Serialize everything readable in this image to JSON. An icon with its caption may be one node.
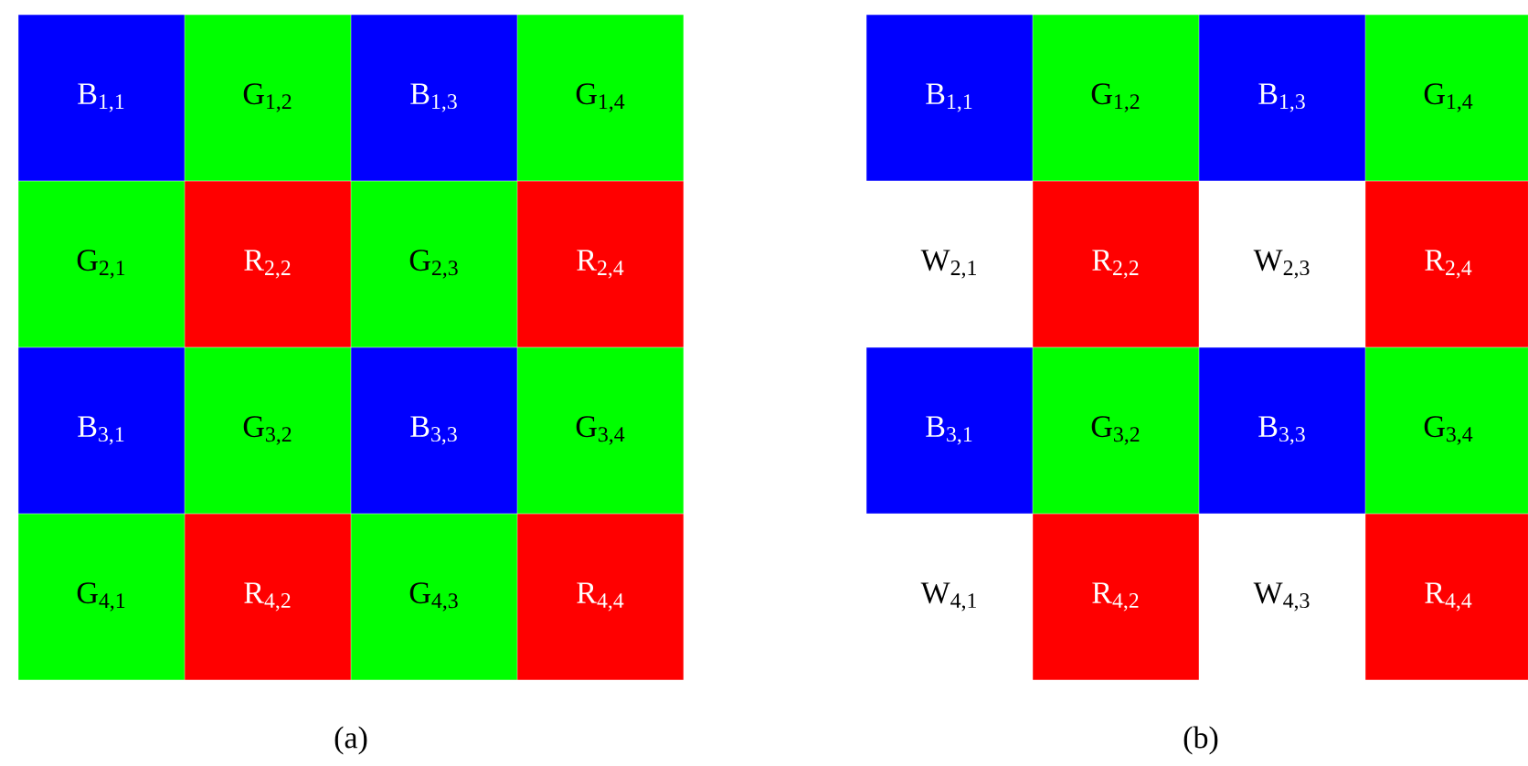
{
  "diagram": {
    "nodes": [
      {
        "text": [
          "B$_{1,1}$"
        ]
      },
      {
        "text": [
          "G$_{1,2}$"
        ]
      },
      {
        "text": [
          "B$_{1,3}$"
        ]
      },
      {
        "text": [
          "G$_{1,4}$"
        ]
      },
      {
        "text": [
          "G$_{2,1}$"
        ]
      },
      {
        "text": [
          "R$_{2,2}$"
        ]
      },
      {
        "text": [
          "G$_{2,3}$"
        ]
      },
      {
        "text": [
          "R$_{2,4}$"
        ]
      },
      {
        "text": [
          "B$_{3,1}$"
        ]
      },
      {
        "text": [
          "G$_{3,2}$"
        ]
      },
      {
        "text": [
          "B$_{3,3}$"
        ]
      },
      {
        "text": [
          "G$_{3,4}$"
        ]
      },
      {
        "text": [
          "G$_{4,1}$"
        ]
      },
      {
        "text": [
          "R$_{4,2}$"
        ]
      },
      {
        "text": [
          "G$_{4,3}$"
        ]
      },
      {
        "text": [
          "R$_{4,4}$"
        ]
      },
      {
        "text": [
          "B$_{1,1}$"
        ]
      },
      {
        "text": [
          "G$_{1,2}$"
        ]
      },
      {
        "text": [
          "B$_{1,3}$"
        ]
      },
      {
        "text": [
          "G$_{1,4}$"
        ]
      },
      {
        "text": [
          "W$_{2,1}$"
        ]
      },
      {
        "text": [
          "R$_{2,2}$"
        ]
      },
      {
        "text": [
          "W$_{2,3}$"
        ]
      },
      {
        "text": [
          "R$_{2,4}$"
        ]
      },
      {
        "text": [
          "B$_{3,1}$"
        ]
      },
      {
        "text": [
          "G$_{3,2}$"
        ]
      },
      {
        "text": [
          "B$_{3,3}$"
        ]
      },
      {
        "text": [
          "G$_{3,4}$"
        ]
      },
      {
        "text": [
          "W$_{4,1}$"
        ]
      },
      {
        "text": [
          "R$_{4,2}$"
        ]
      },
      {
        "text": [
          "W$_{4,3}$"
        ]
      },
      {
        "text": [
          "R$_{4,4}$"
        ]
      }
    ],
    "labels": [
      "(a)",
      "(b)"
    ]
  }
}
